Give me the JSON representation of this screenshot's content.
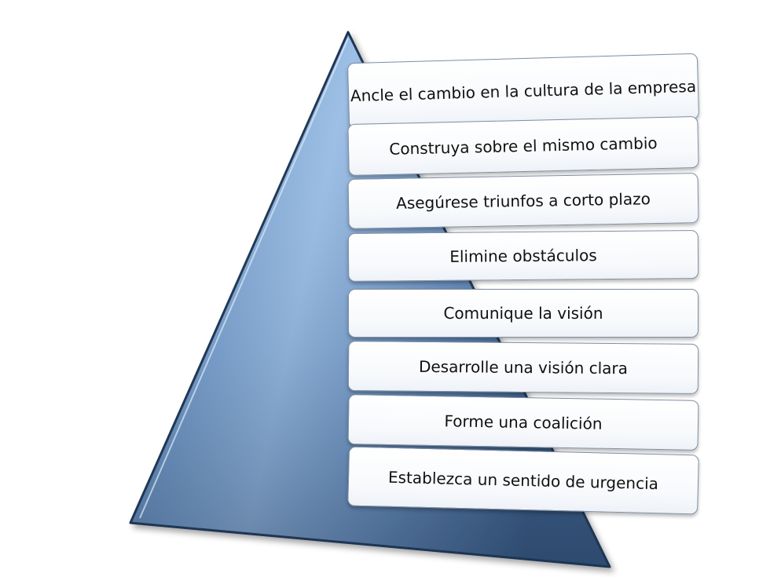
{
  "steps": [
    {
      "label": "Ancle el cambio en la cultura de la empresa"
    },
    {
      "label": "Construya sobre el mismo cambio"
    },
    {
      "label": "Asegúrese triunfos a corto plazo"
    },
    {
      "label": "Elimine obstáculos"
    },
    {
      "label": "Comunique la visión"
    },
    {
      "label": "Desarrolle una visión clara"
    },
    {
      "label": "Forme una coalición"
    },
    {
      "label": "Establezca un sentido de urgencia"
    }
  ],
  "colors": {
    "pyramid_light": "#b9d2ee",
    "pyramid_dark": "#3b5d86",
    "pyramid_edge": "#1f3552",
    "box_border": "#7f8fa3"
  }
}
